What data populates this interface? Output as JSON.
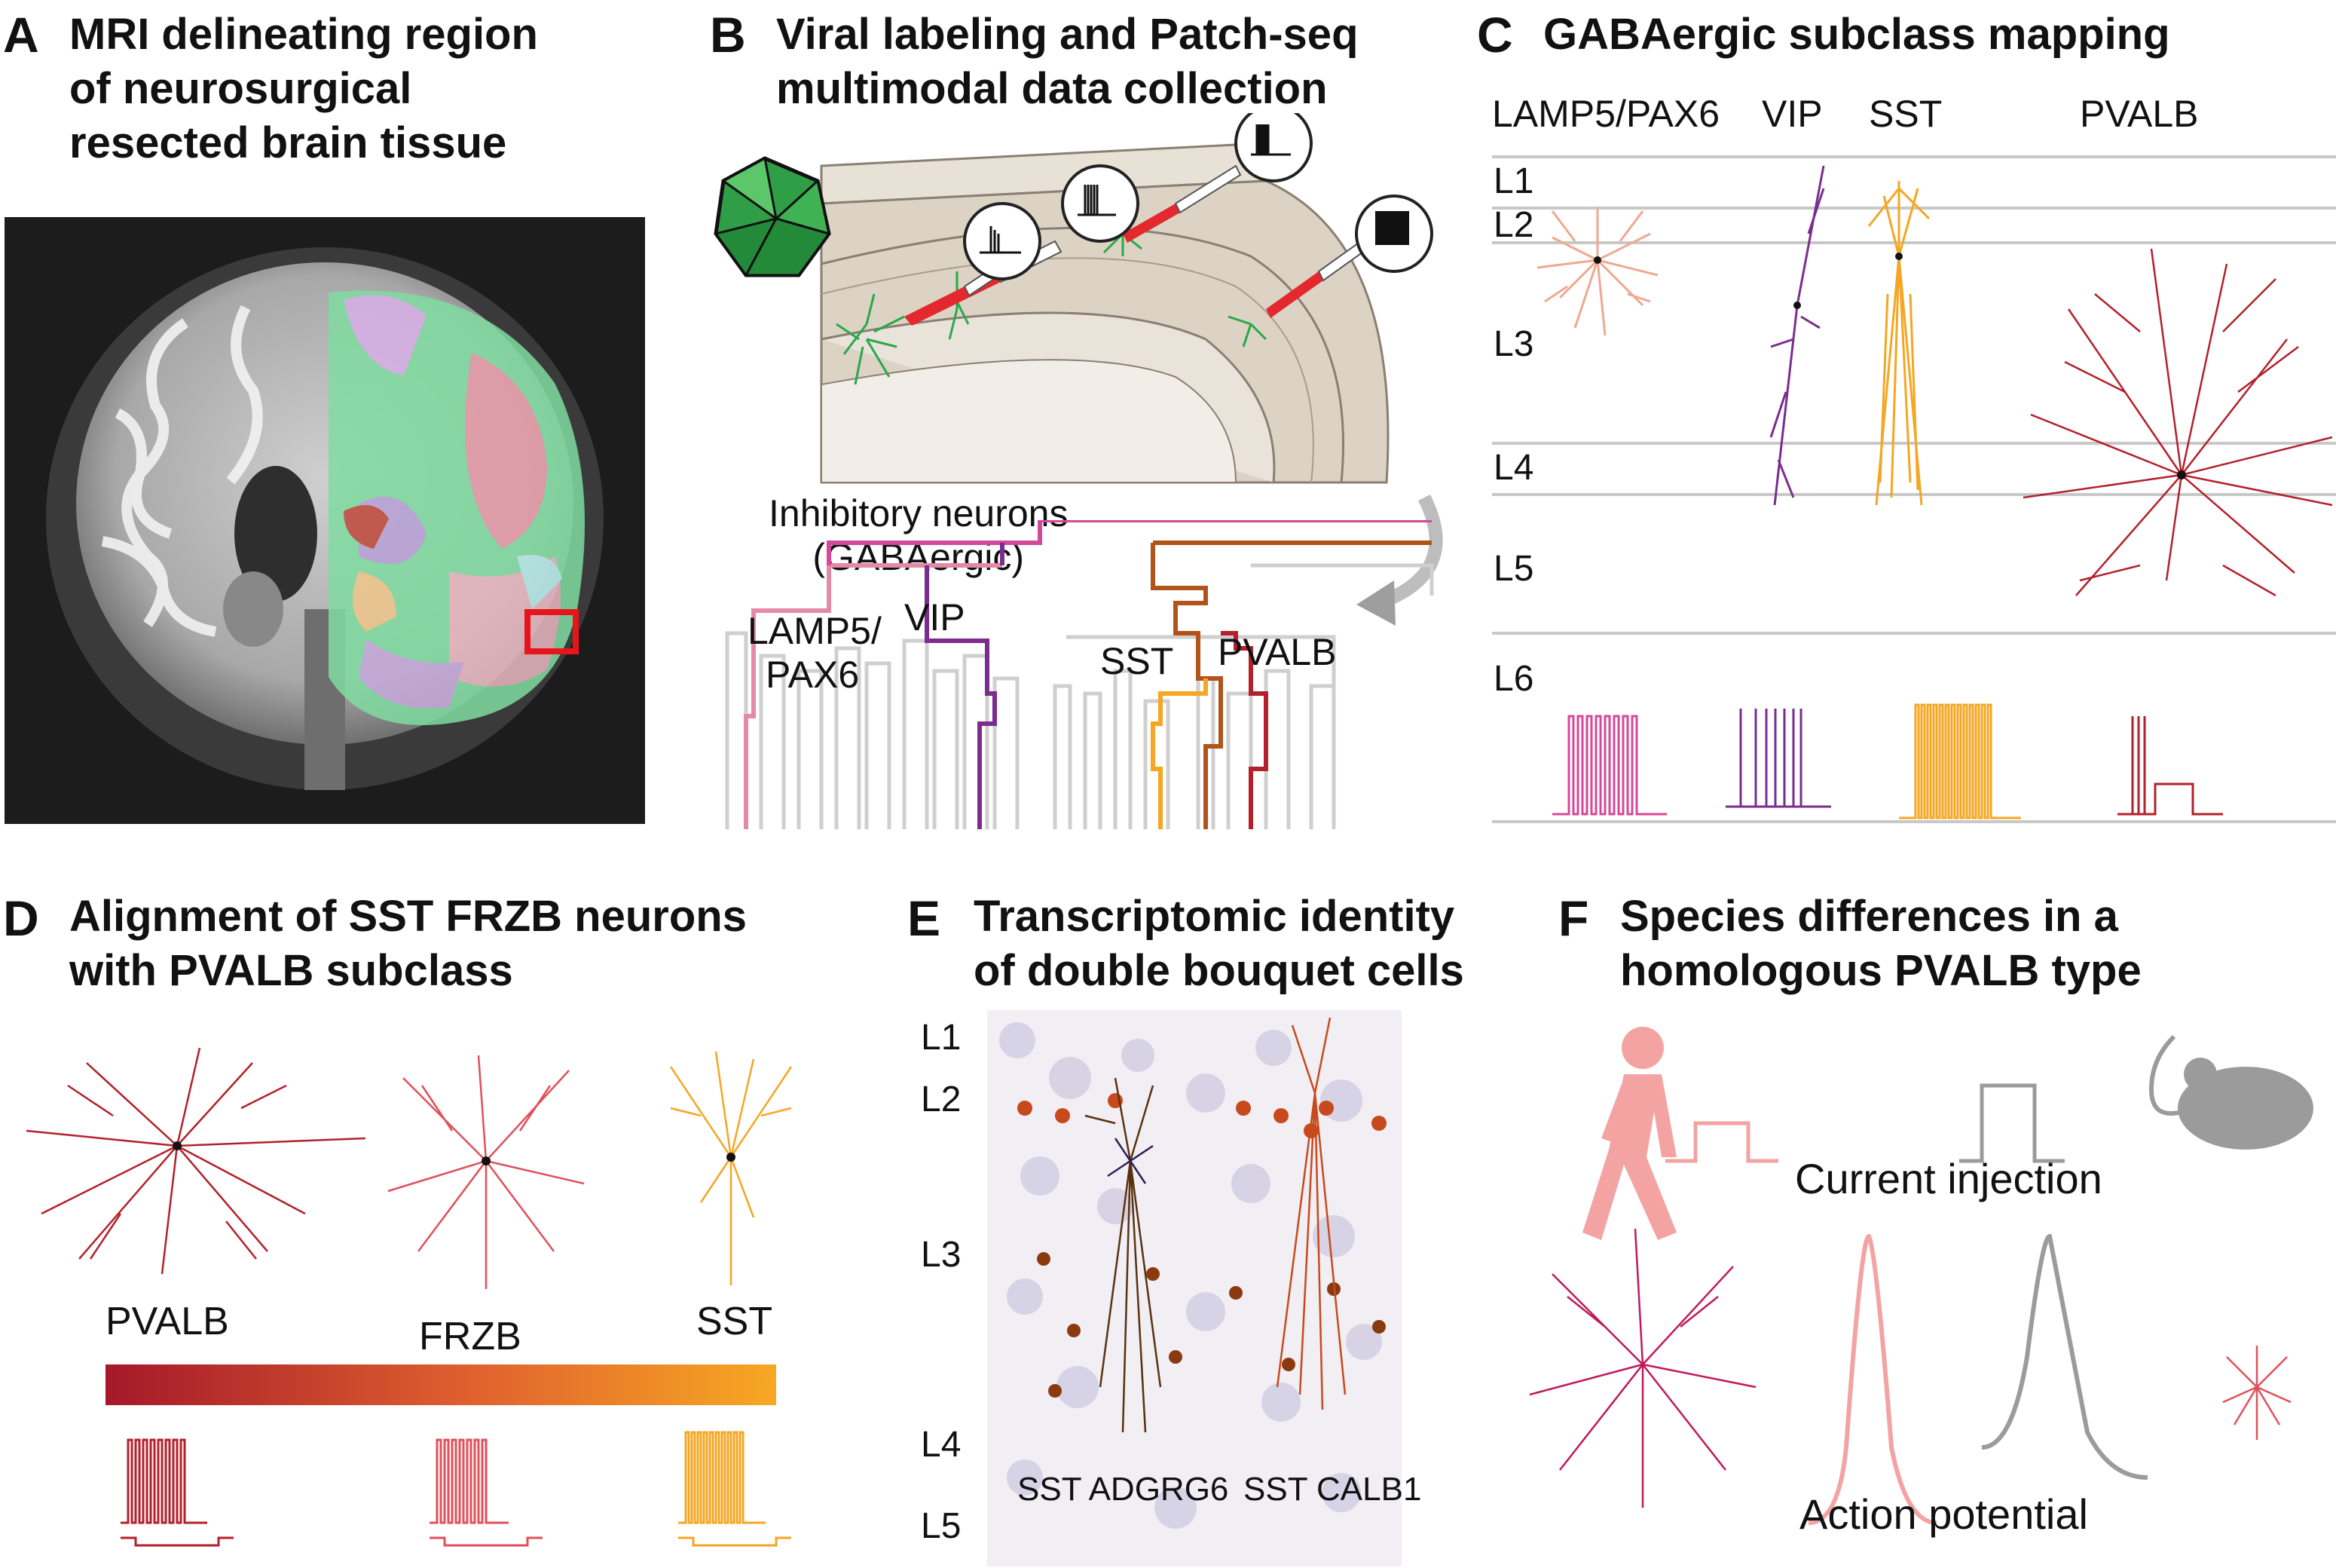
{
  "panels": {
    "A": {
      "letter": "A",
      "title": [
        "MRI delineating region",
        "of neurosurgical",
        "resected brain tissue"
      ]
    },
    "B": {
      "letter": "B",
      "title": [
        "Viral labeling and Patch-seq",
        "multimodal data collection"
      ],
      "tree_label": [
        "Inhibitory neurons",
        "(GABAergic)"
      ],
      "clades": [
        "LAMP5/",
        "PAX6",
        "VIP",
        "SST",
        "PVALB"
      ]
    },
    "C": {
      "letter": "C",
      "title": [
        "GABAergic subclass mapping"
      ],
      "subclasses": [
        "LAMP5/PAX6",
        "VIP",
        "SST",
        "PVALB"
      ],
      "layers": [
        "L1",
        "L2",
        "L3",
        "L4",
        "L5",
        "L6"
      ]
    },
    "D": {
      "letter": "D",
      "title": [
        "Alignment of SST FRZB neurons",
        "with PVALB subclass"
      ],
      "types": [
        "PVALB",
        "FRZB",
        "SST"
      ]
    },
    "E": {
      "letter": "E",
      "title": [
        "Transcriptomic identity",
        "of double bouquet cells"
      ],
      "layers": [
        "L1",
        "L2",
        "L3",
        "L4",
        "L5"
      ],
      "cells": [
        "SST ADGRG6",
        "SST CALB1"
      ]
    },
    "F": {
      "letter": "F",
      "title": [
        "Species differences in a",
        "homologous PVALB type"
      ],
      "labels": [
        "Current injection",
        "Action potential"
      ]
    }
  },
  "colors": {
    "lamp5": "#e58aa6",
    "vip": "#7b2d8e",
    "sst": "#f5a623",
    "pvalb": "#b3202b",
    "frzb": "#e0505a",
    "neuron_green": "#2aa84a",
    "human": "#f4a3a3",
    "mouse": "#9b9b9b"
  },
  "icons": [
    "brain-mri-icon",
    "aav-capsid-icon",
    "pipette-icon",
    "human-walking-icon",
    "mouse-icon"
  ]
}
